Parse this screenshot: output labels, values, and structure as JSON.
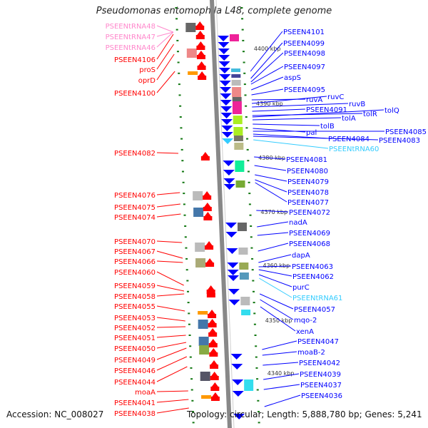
{
  "title": "Pseudomonas entomophila L48, complete genome",
  "footer": {
    "accession": "Accession: NC_008027",
    "summary": "Topology: circular; Length: 5,888,780 bp; Genes: 5,241"
  },
  "colors": {
    "forward_gene": "#ff0000",
    "reverse_gene": "#0000ff",
    "forward_trna": "#ff88cc",
    "reverse_trna": "#33ccff",
    "tick": "#117711",
    "backbone": "#888888"
  },
  "scale_labels": [
    "4400 kbp",
    "4390 kbp",
    "4380 kbp",
    "4370 kbp",
    "4360 kbp",
    "4350 kbp",
    "4340 kbp"
  ],
  "left_labels": [
    "PSEENtRNA48",
    "PSEENtRNA47",
    "PSEENtRNA46",
    "PSEEN4106",
    "proS",
    "oprD",
    "PSEEN4100",
    "PSEEN4082",
    "PSEEN4076",
    "PSEEN4075",
    "PSEEN4074",
    "PSEEN4070",
    "PSEEN4067",
    "PSEEN4066",
    "PSEEN4060",
    "PSEEN4059",
    "PSEEN4058",
    "PSEEN4055",
    "PSEEN4053",
    "PSEEN4052",
    "PSEEN4051",
    "PSEEN4050",
    "PSEEN4049",
    "PSEEN4046",
    "PSEEN4044",
    "moaA",
    "PSEEN4041",
    "PSEEN4038"
  ],
  "right_labels": [
    "PSEEN4101",
    "PSEEN4099",
    "PSEEN4098",
    "PSEEN4097",
    "aspS",
    "PSEEN4095",
    "ruvA",
    "ruvC",
    "ruvB",
    "PSEEN4091",
    "tolR",
    "tolQ",
    "tolA",
    "tolB",
    "pal",
    "PSEEN4085",
    "PSEEN4084",
    "PSEEN4083",
    "PSEENtRNA60",
    "PSEEN4081",
    "PSEEN4080",
    "PSEEN4079",
    "PSEEN4078",
    "PSEEN4077",
    "PSEEN4072",
    "nadA",
    "PSEEN4069",
    "PSEEN4068",
    "dapA",
    "PSEEN4063",
    "PSEEN4062",
    "purC",
    "PSEENtRNA61",
    "PSEEN4057",
    "mqo-2",
    "xenA",
    "PSEEN4047",
    "moaB-2",
    "PSEEN4042",
    "PSEEN4039",
    "PSEEN4037",
    "PSEEN4036"
  ]
}
